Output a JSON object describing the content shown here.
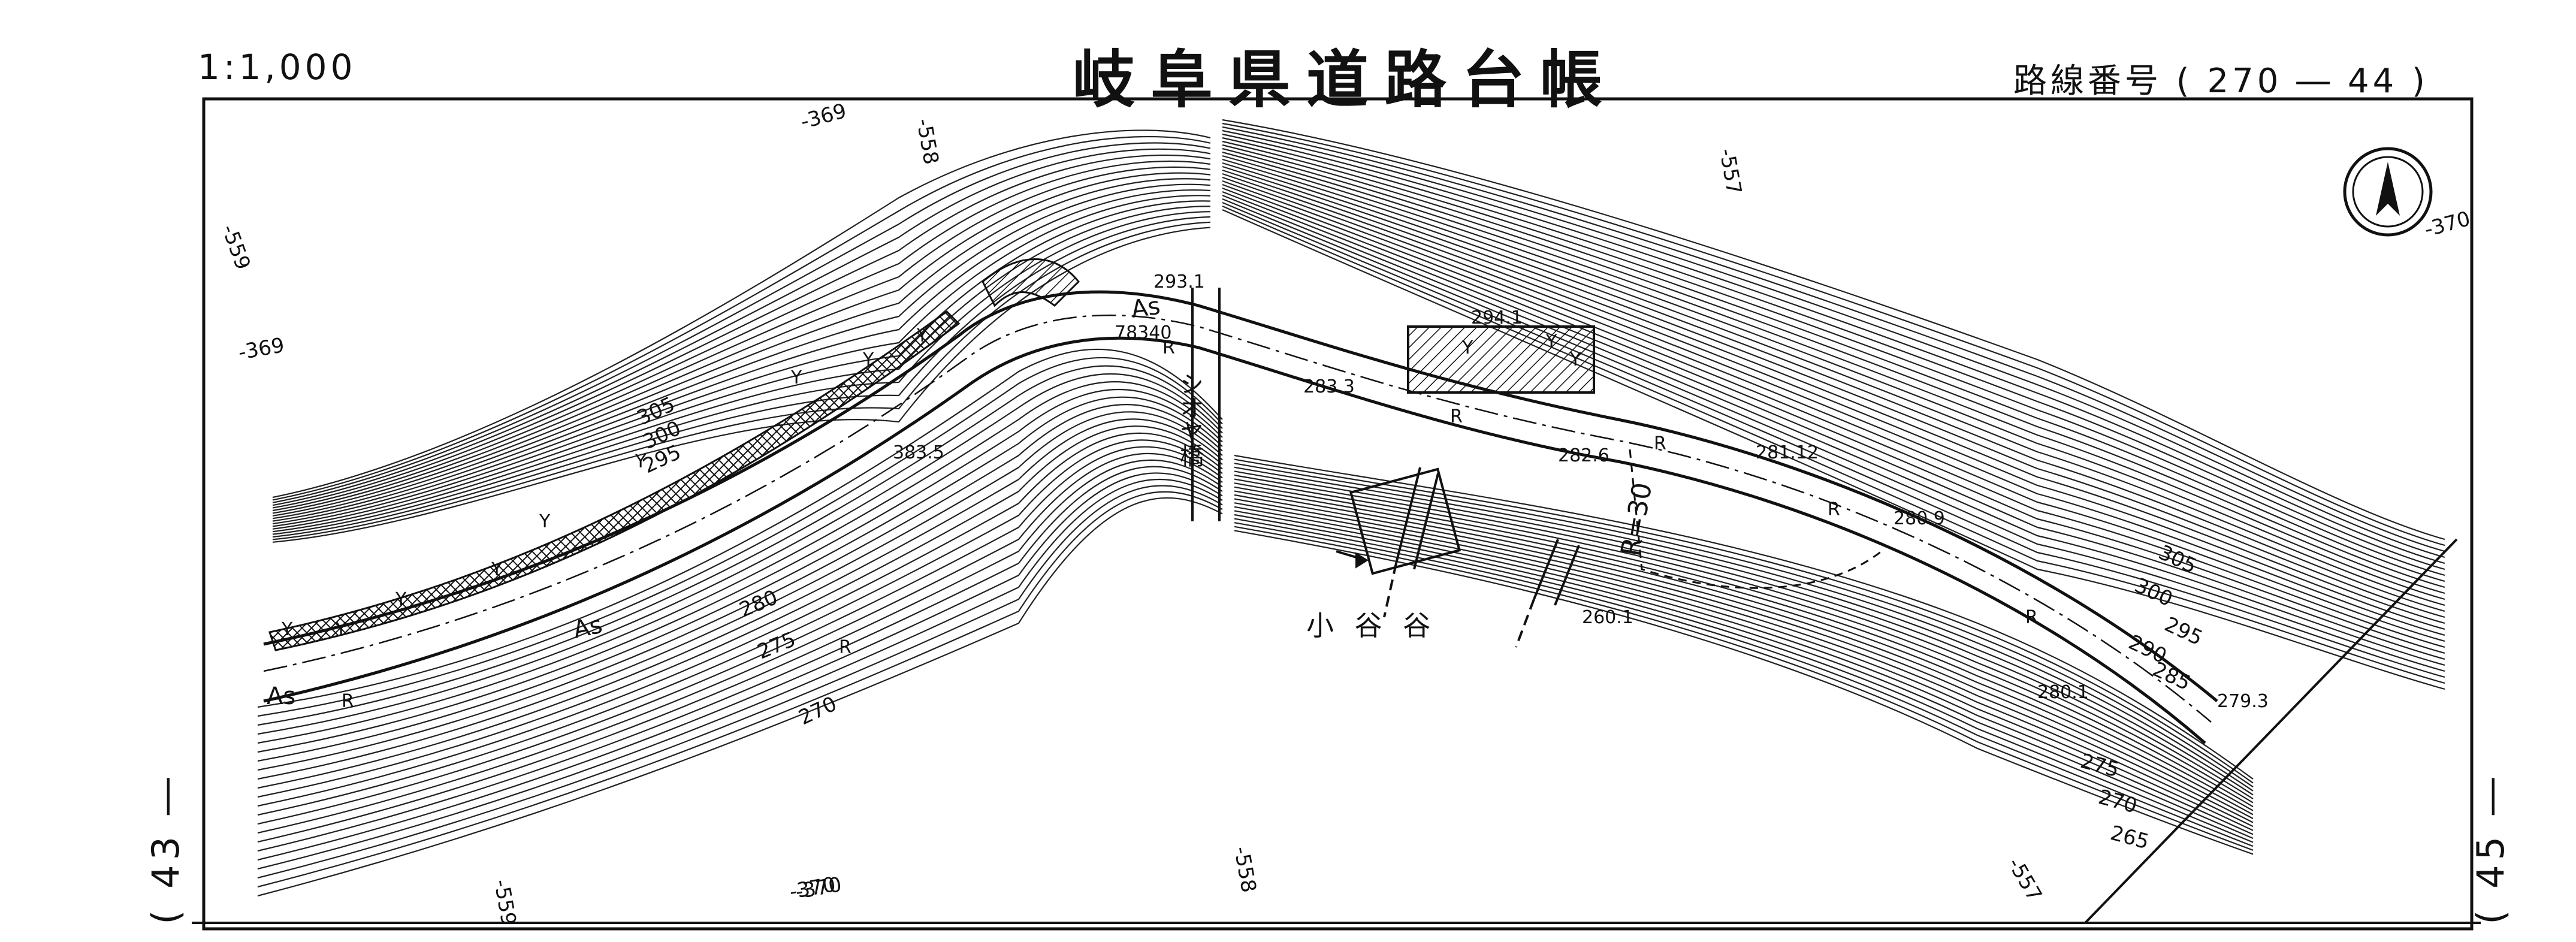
{
  "header": {
    "scale": "1:1,000",
    "title": "岐阜県道路台帳",
    "route_number": "路線番号 ( 270 ― 44 )"
  },
  "sheet_links": {
    "left": "( 43 ―",
    "right": "( 45 ―"
  },
  "map": {
    "north_arrow": "north-arrow-icon",
    "stream_label": "小 谷 谷",
    "bridge_label": "シオヤ橋",
    "curve_label": "R=30",
    "surface_labels": [
      "As",
      "As",
      "As"
    ],
    "contour_labels": [
      "305",
      "300",
      "295",
      "280",
      "275",
      "270",
      "305",
      "300",
      "295",
      "290",
      "285",
      "275",
      "270",
      "265"
    ],
    "grid_labels": [
      "-369",
      "-558",
      "-559",
      "-369",
      "-557",
      "-370",
      "-370",
      "-558",
      "-559",
      "-370",
      "-557"
    ],
    "elevation_points": [
      "293.1",
      "294.1",
      "283.3",
      "78340",
      "383.5",
      "282.6",
      "281.12",
      "280.9",
      "260.1",
      "280.1",
      "279.3"
    ],
    "symbols": [
      "Y",
      "Y",
      "Y",
      "Y",
      "Y",
      "Y",
      "Y",
      "Y",
      "Y",
      "Y",
      "Y",
      "Y",
      "R",
      "R",
      "R",
      "R",
      "R",
      "R",
      "R"
    ]
  }
}
